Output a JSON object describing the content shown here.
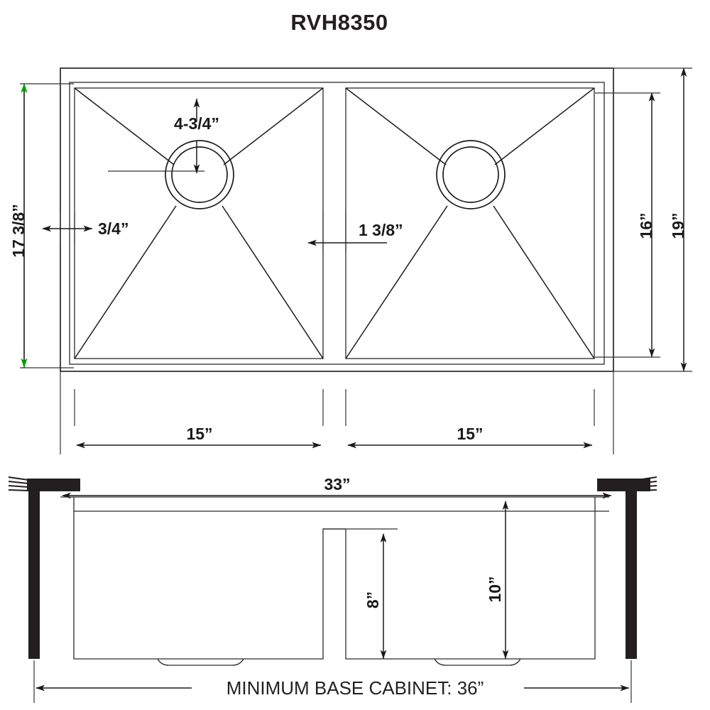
{
  "drawing": {
    "title": "RVH8350",
    "caption": "MINIMUM BASE CABINET: 36”",
    "line_color": "#1a1a1a",
    "wall_color": "#231f20",
    "accent_color": "#00a000",
    "background": "#ffffff"
  },
  "top_view": {
    "name": "top-view",
    "dimensions": {
      "overall_width": "33”",
      "overall_depth": "19”",
      "inner_depth": "16”",
      "left_basin_width": "15”",
      "right_basin_width": "15”",
      "left_edge_offset": "17 3/8”",
      "rim_width": "3/4”",
      "divider_width": "1 3/8”",
      "drain_offset": "4-3/4”"
    }
  },
  "front_view": {
    "name": "front-elevation-view",
    "dimensions": {
      "divider_height": "8”",
      "bowl_depth": "10”",
      "min_base_cabinet": "36”"
    }
  },
  "labels": {
    "dim_17_3_8": "17 3/8”",
    "dim_3_4": "3/4”",
    "dim_4_3_4": "4-3/4”",
    "dim_1_3_8": "1 3/8”",
    "dim_16": "16”",
    "dim_19": "19”",
    "dim_15_left": "15”",
    "dim_15_right": "15”",
    "dim_33": "33”",
    "dim_8": "8”",
    "dim_10": "10”",
    "caption": "MINIMUM BASE CABINET: 36”"
  }
}
